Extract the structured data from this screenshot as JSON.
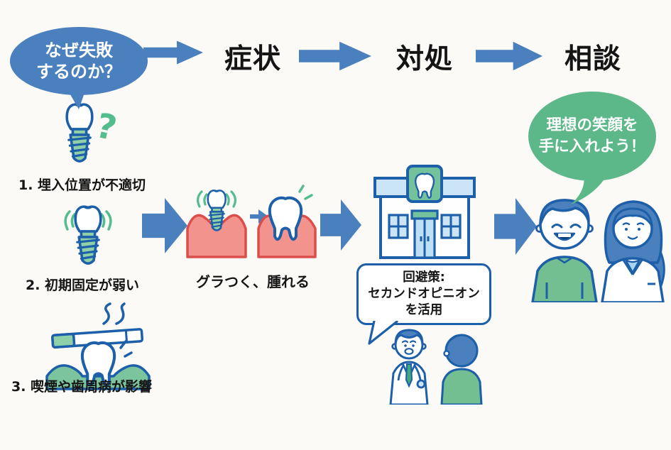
{
  "flow_header": {
    "question_bubble": {
      "line1": "なぜ失敗",
      "line2": "するのか？"
    },
    "steps": [
      {
        "label": "症状"
      },
      {
        "label": "対処"
      },
      {
        "label": "相談"
      }
    ]
  },
  "failure_causes": {
    "items": [
      {
        "label": "1. 埋入位置が不適切",
        "icon": "implant-question-icon",
        "mark": "?"
      },
      {
        "label": "2. 初期固定が弱い",
        "icon": "implant-wobble-icon"
      },
      {
        "label": "3. 喫煙や歯周病が影響",
        "icon": "cigarette-tooth-icon"
      }
    ]
  },
  "symptoms_stage": {
    "caption": "グラつく、腫れる",
    "icons": [
      "loose-implant-in-gum-icon",
      "inflamed-tooth-icon"
    ]
  },
  "response_stage": {
    "clinic_icon": "dental-clinic-icon",
    "advice_bubble": {
      "line1": "回避策:",
      "line2": "セカンドオピニオン",
      "line3": "を活用"
    },
    "consult_icon": "doctor-patient-icon"
  },
  "consult_stage": {
    "goal_bubble": {
      "line1": "理想の笑顔を",
      "line2": "手に入れよう！"
    },
    "people_icon": "patient-and-dentist-icon"
  },
  "colors": {
    "arrow_blue": "#4A80BE",
    "outline_blue": "#1D5FA8",
    "bubble_green": "#5CB888",
    "accent_green": "#53BD8E",
    "fill_green": "#8FD0A8",
    "clinic_green": "#74C29B",
    "shirt_green": "#74BF92",
    "gum_green": "#7CC49E",
    "light_blue": "#CBE4F6",
    "gum_red_fill": "#F3938E",
    "gum_red_stroke": "#DA4F4B",
    "text_black": "#151515",
    "background": "#FBFAF7"
  }
}
